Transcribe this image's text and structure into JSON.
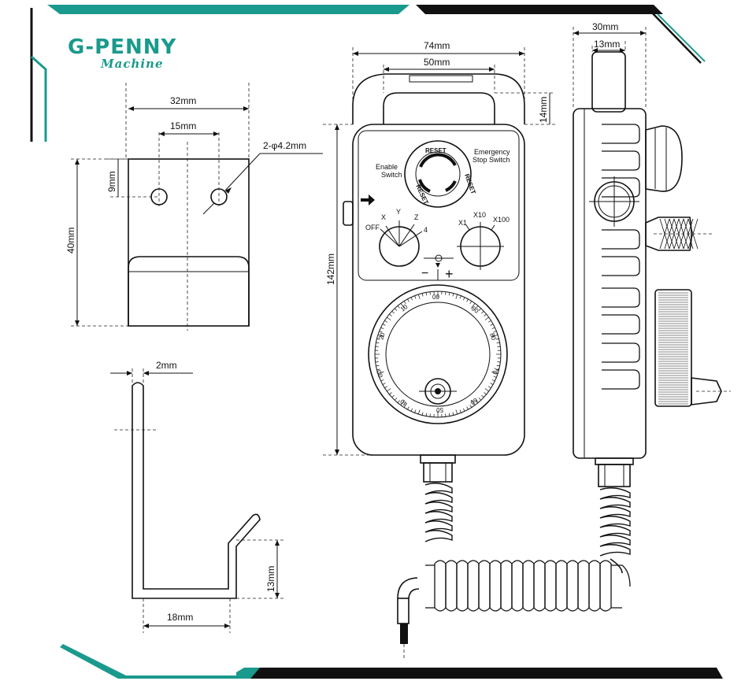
{
  "brand": {
    "name": "G-PENNY",
    "sub": "Machine",
    "accent": "#1a9a8c",
    "dark": "#111111"
  },
  "bracket_front": {
    "width_label": "32mm",
    "hole_spacing_label": "15mm",
    "hole_label": "2-φ4.2mm",
    "hole_offset_label": "9mm",
    "height_label": "40mm"
  },
  "bracket_side": {
    "thickness_label": "2mm",
    "lip_label": "13mm",
    "base_label": "18mm"
  },
  "pendant_front": {
    "width_label": "74mm",
    "handle_label": "50mm",
    "handle_height_label": "14mm",
    "height_label": "142mm",
    "reset_top": "RESET",
    "reset_right": "RESET",
    "reset_left": "RESET",
    "emergency_label_1": "Emergency",
    "emergency_label_2": "Stop Switch",
    "enable_label_1": "Enable",
    "enable_label_2": "Switch",
    "axis_labels": [
      "OFF",
      "X",
      "Y",
      "Z",
      "4"
    ],
    "step_labels": [
      "X1",
      "X10",
      "X100"
    ],
    "minus": "−",
    "plus": "+",
    "dial_labels": [
      "00",
      "90",
      "80",
      "70",
      "60",
      "50",
      "40",
      "30",
      "20",
      "10"
    ]
  },
  "pendant_side": {
    "width_label": "30mm",
    "top_label": "13mm"
  }
}
